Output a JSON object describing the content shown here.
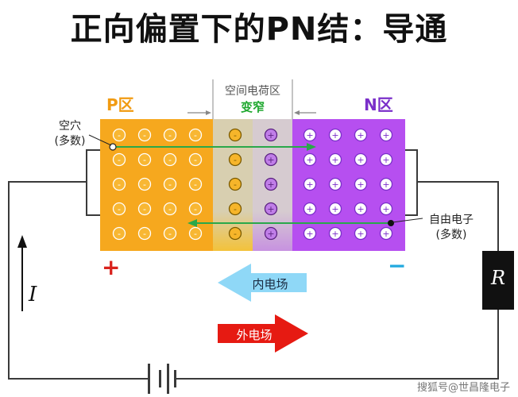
{
  "title": "正向偏置下的PN结：导通",
  "depletion": {
    "label": "空间电荷区",
    "state": "变窄"
  },
  "p_region": {
    "label": "P区",
    "carrier_label_line1": "空穴",
    "carrier_label_line2": "(多数)"
  },
  "n_region": {
    "label": "N区",
    "carrier_label_line1": "自由电子",
    "carrier_label_line2": "(多数)"
  },
  "terminals": {
    "plus": "+",
    "minus": "−"
  },
  "inner_field": {
    "label": "内电场"
  },
  "outer_field": {
    "label": "外电场"
  },
  "current_label": "I",
  "resistor_label": "R",
  "watermark": "搜狐号@世昌隆电子",
  "colors": {
    "p_region": "#f6a81e",
    "depletion_p": "#d8cfb0",
    "depletion_n": "#d6cbd0",
    "n_region": "#b64ff0",
    "p_label": "#f19b12",
    "n_label": "#7a2fc9",
    "state_label": "#1fa82f",
    "plus_sign": "#d9221d",
    "minus_sign": "#22a9df",
    "inner_field": "#8fd8f7",
    "outer_field": "#e61a12",
    "flow_line": "#2aa84a"
  }
}
